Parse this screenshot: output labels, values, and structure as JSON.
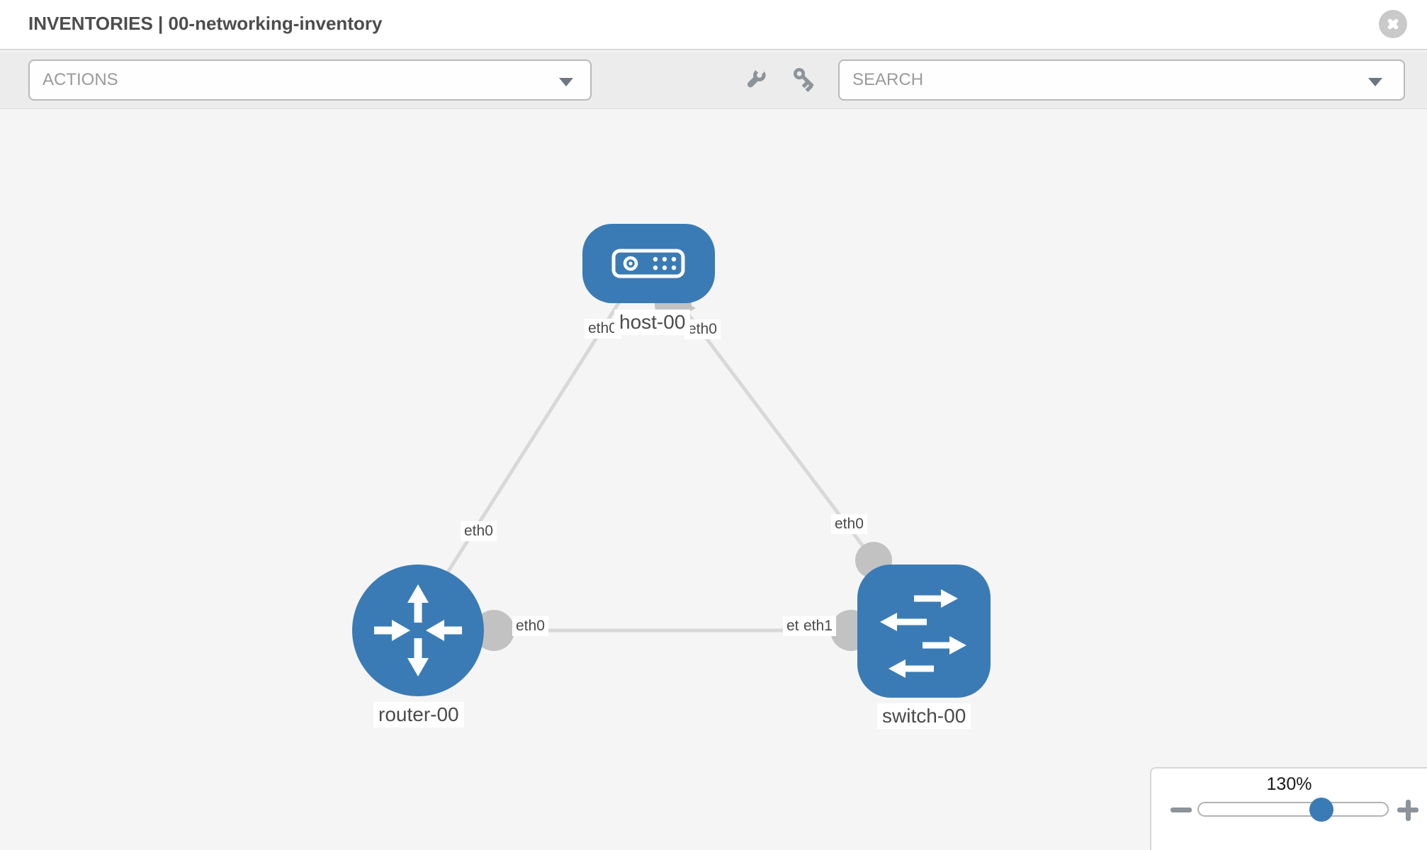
{
  "header": {
    "title": "INVENTORIES | 00-networking-inventory"
  },
  "toolbar": {
    "actions_label": "ACTIONS",
    "search_label": "SEARCH"
  },
  "topology": {
    "nodes": [
      {
        "id": "host-00",
        "type": "host",
        "label": "host-00"
      },
      {
        "id": "router-00",
        "type": "router",
        "label": "router-00"
      },
      {
        "id": "switch-00",
        "type": "switch",
        "label": "switch-00"
      }
    ],
    "links": [
      {
        "from": "host-00",
        "from_interface": "eth0",
        "to": "router-00",
        "to_interface": "eth0"
      },
      {
        "from": "host-00",
        "from_interface": "eth0",
        "to": "switch-00",
        "to_interface": "eth0"
      },
      {
        "from": "router-00",
        "from_interface": "eth0",
        "to": "switch-00",
        "to_interface": "eth1",
        "to_interface_overlapped": "eth1"
      }
    ]
  },
  "zoom_control": {
    "value": "130%"
  },
  "colors": {
    "node_blue": "#3b7bb5",
    "edge_gray": "#d8d8d8",
    "interface_gray": "#c2c2c2",
    "toolbar_bg": "#ececec",
    "canvas_bg": "#f5f5f5",
    "icon_gray": "#8d939a"
  }
}
